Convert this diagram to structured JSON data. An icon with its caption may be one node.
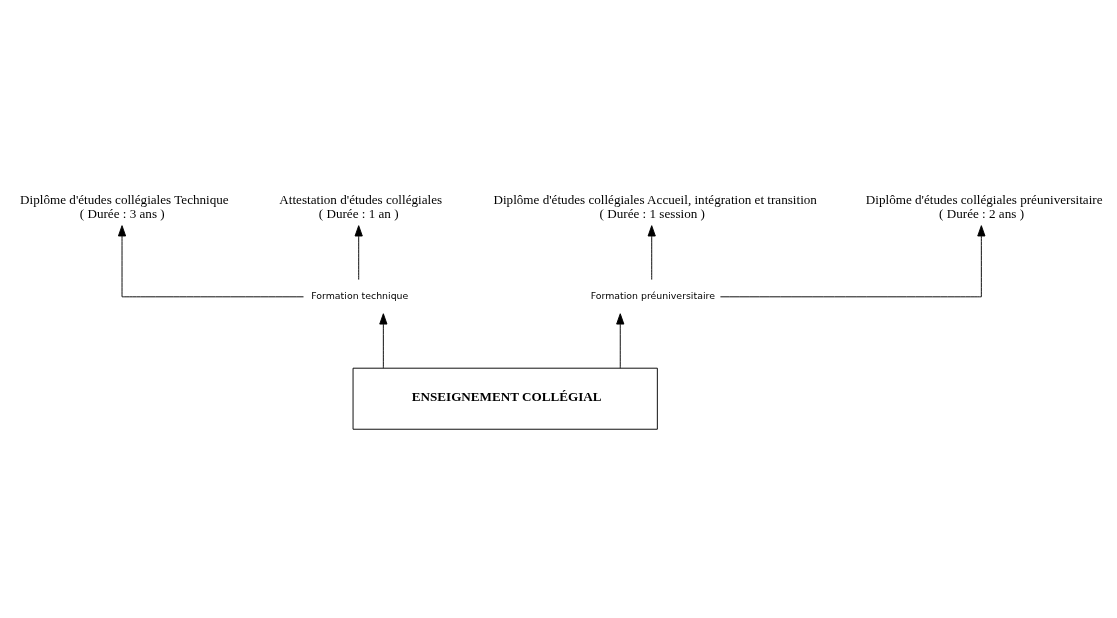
{
  "diagram": {
    "nodes": [
      {
        "text": [
          "Diplôme d'études collégiales Technique",
          "( Durée : 3 ans )"
        ]
      },
      {
        "text": [
          "Attestation d'études collégiales",
          "( Durée : 1 an )"
        ]
      },
      {
        "text": [
          "Diplôme d'études collégiales Accueil, intégration et transition",
          "( Durée : 1 session )"
        ]
      },
      {
        "text": [
          "Diplôme d'études collégiales préuniversitaire",
          "( Durée : 2 ans )"
        ]
      },
      {
        "text": [
          "Formation technique"
        ]
      },
      {
        "text": [
          "Formation préuniversitaire"
        ]
      },
      {
        "text": [
          "ENSEIGNEMENT COLLÉGIAL"
        ]
      }
    ],
    "edges": [
      {
        "from": 6,
        "to": 4,
        "arrow": "to"
      },
      {
        "from": 6,
        "to": 5,
        "arrow": "to"
      },
      {
        "from": 4,
        "to": 0,
        "arrow": "to"
      },
      {
        "from": 4,
        "to": 1,
        "arrow": "to"
      },
      {
        "from": 5,
        "to": 2,
        "arrow": "to"
      },
      {
        "from": 5,
        "to": 3,
        "arrow": "to"
      }
    ]
  }
}
